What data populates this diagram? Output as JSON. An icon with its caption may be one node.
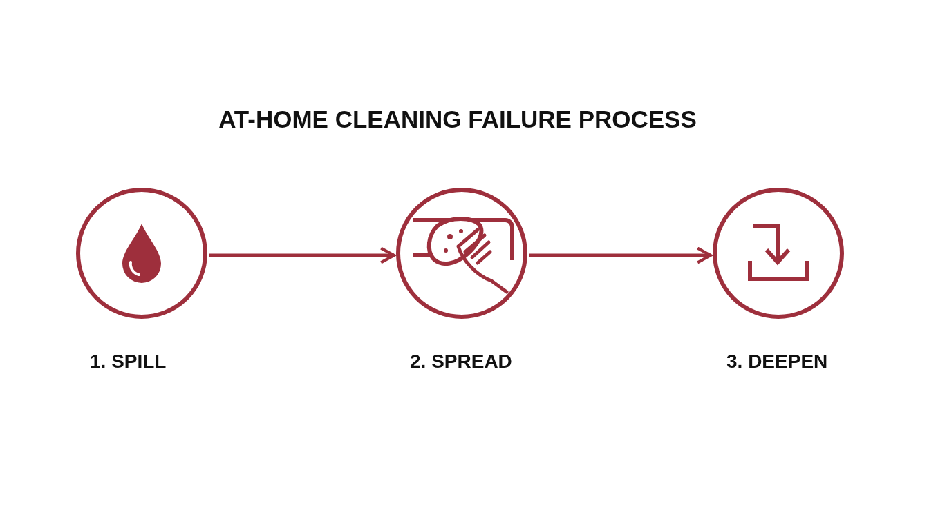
{
  "diagram": {
    "title": "AT-HOME CLEANING FAILURE PROCESS",
    "nodes": [
      {
        "text": [
          "1. SPILL"
        ]
      },
      {
        "text": [
          "2. SPREAD"
        ]
      },
      {
        "text": [
          "3. DEEPEN"
        ]
      }
    ],
    "edges": [
      {
        "from": 0,
        "to": 1,
        "arrow": "to"
      },
      {
        "from": 1,
        "to": 2,
        "arrow": "to"
      }
    ]
  }
}
